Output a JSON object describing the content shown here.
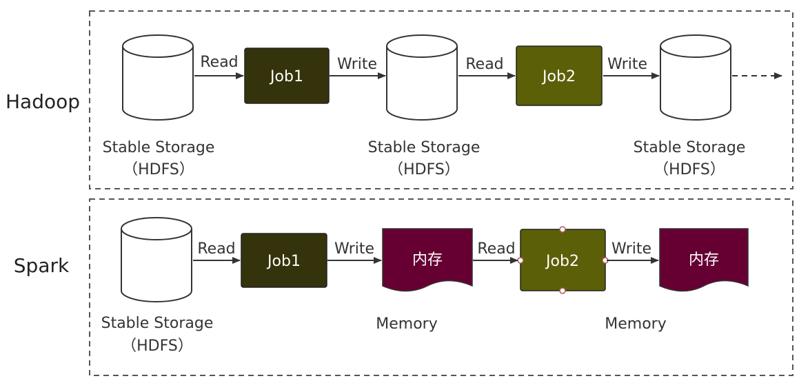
{
  "rows": {
    "hadoop": "Hadoop",
    "spark": "Spark"
  },
  "jobs": {
    "job1": "Job1",
    "job2": "Job2"
  },
  "edges": {
    "read": "Read",
    "write": "Write"
  },
  "captions": {
    "storage_line1": "Stable Storage",
    "storage_line2": "（HDFS）",
    "memory": "Memory"
  },
  "memory_label": "内存",
  "colors": {
    "job1_fill": "#34330b",
    "job2_fill": "#5b5f07",
    "memory_fill": "#660033",
    "border": "#555555",
    "arrow": "#333333"
  }
}
